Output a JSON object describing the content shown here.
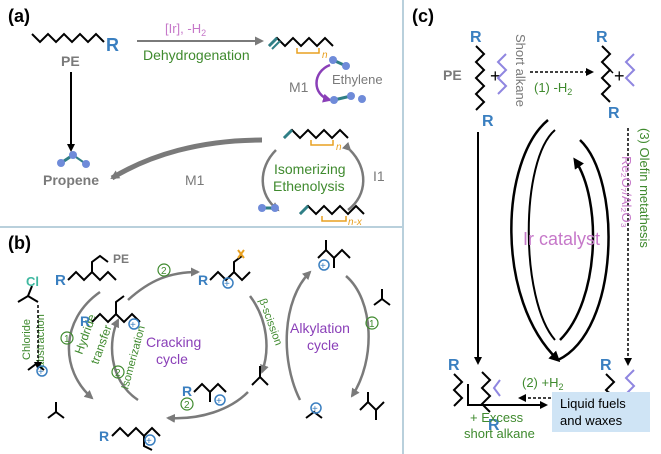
{
  "colors": {
    "black": "#000000",
    "gray": "#7a7a7a",
    "green": "#3f8a2e",
    "purple": "#8a3fb8",
    "pink": "#c678c9",
    "blue": "#3a7fc0",
    "teal": "#2f7f86",
    "gold": "#e8a020",
    "lavender": "#8f86e0",
    "panel_border": "#b9d0dc",
    "box_fill": "#cfe4f5"
  },
  "panel_a": {
    "label": "(a)",
    "pe": "PE",
    "r": "R",
    "catalyst": "[Ir], -H",
    "catalyst_sub": "2",
    "dehydro": "Dehydrogenation",
    "ethylene": "Ethylene",
    "m1_top": "M1",
    "iso_line1": "Isomerizing",
    "iso_line2": "Ethenolysis",
    "i1": "I1",
    "m1_bottom": "M1",
    "propene": "Propene",
    "n_top": "n",
    "n_mid": "n",
    "n_bottom": "n-x"
  },
  "panel_b": {
    "label": "(b)",
    "pe": "PE",
    "r": "R",
    "cl": "Cl",
    "chloride_line1": "Chloride",
    "chloride_line2": "abstraction",
    "hydride_line1": "Hydride",
    "hydride_line2": "transfer",
    "isomerization": "Isomerization",
    "cracking_line1": "Cracking",
    "cracking_line2": "cycle",
    "beta": "β-scission",
    "alkylation_line1": "Alkylation",
    "alkylation_line2": "cycle",
    "step1": "1",
    "step2": "2",
    "plus": "+"
  },
  "panel_c": {
    "label": "(c)",
    "pe": "PE",
    "r": "R",
    "short_alkane": "Short alkane",
    "step1": "(1) -H",
    "step1_sub": "2",
    "step3": "(3) Olefin metathesis",
    "reo": "Re₂O₇/Al₂O₃",
    "catalyst": "Ir catalyst",
    "step2": "(2) +H",
    "step2_sub": "2",
    "excess_line1": "+ Excess",
    "excess_line2": "short alkane",
    "product_line1": "Liquid fuels",
    "product_line2": "and waxes"
  }
}
